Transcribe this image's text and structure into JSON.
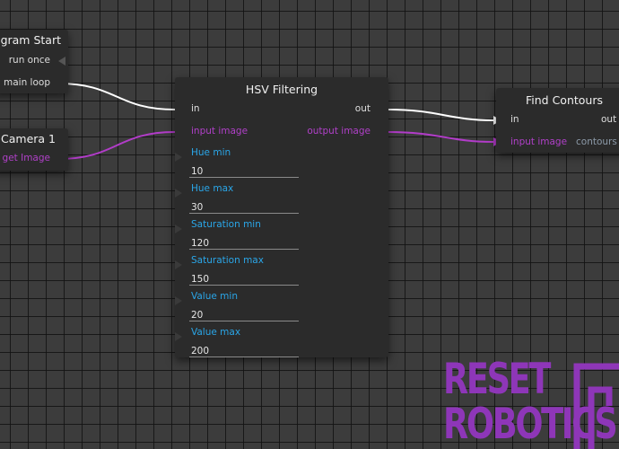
{
  "program_start": {
    "title": "gram Start",
    "run_once": "run once",
    "main_loop": "main loop"
  },
  "camera": {
    "title": "Camera 1",
    "target_image": "get Image"
  },
  "hsv": {
    "title": "HSV Filtering",
    "in": "in",
    "out": "out",
    "input_image": "input image",
    "output_image": "output image",
    "params": [
      {
        "label": "Hue min",
        "value": "10"
      },
      {
        "label": "Hue max",
        "value": "30"
      },
      {
        "label": "Saturation min",
        "value": "120"
      },
      {
        "label": "Saturation max",
        "value": "150"
      },
      {
        "label": "Value min",
        "value": "20"
      },
      {
        "label": "Value max",
        "value": "200"
      }
    ]
  },
  "contours": {
    "title": "Find Contours",
    "in": "in",
    "out": "out",
    "input_image": "input image",
    "contours": "contours"
  },
  "logo": {
    "line1": "RESET",
    "line2": "ROBOTICS"
  },
  "colors": {
    "background": "#3c3c3c",
    "node": "#2b2b2b",
    "exec_wire": "#ffffff",
    "image_wire": "#b23cc9",
    "param_label": "#2aa6e8",
    "logo": "#8e36b8"
  }
}
